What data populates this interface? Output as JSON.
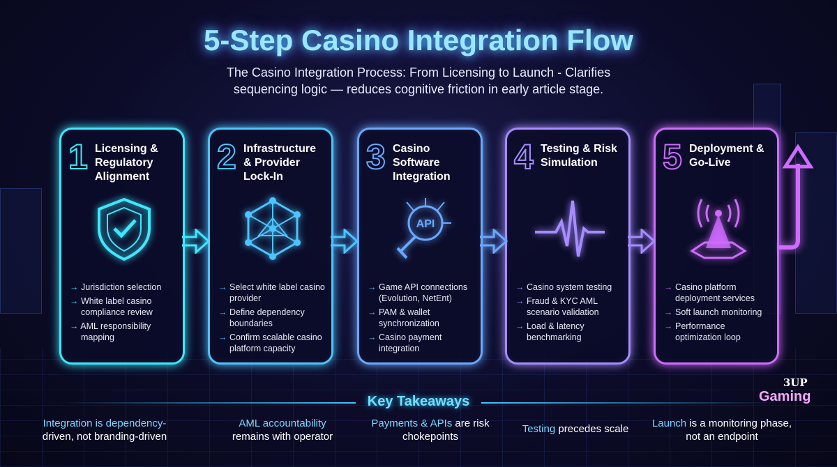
{
  "title": "5-Step Casino Integration Flow",
  "subtitle_line1": "The Casino Integration Process: From Licensing to Launch - Clarifies",
  "subtitle_line2": "sequencing logic — reduces cognitive friction in early article stage.",
  "colors": {
    "step1": "#3ee8ff",
    "step2": "#4cc4ff",
    "step3": "#6aa8ff",
    "step4": "#a68cff",
    "step5": "#cf6bff"
  },
  "steps": [
    {
      "num": "1",
      "title": "Licensing & Regulatory Alignment",
      "icon": "shield-check-icon",
      "items": [
        "Jurisdiction selection",
        "White label casino compliance review",
        "AML responsibility mapping"
      ]
    },
    {
      "num": "2",
      "title": "Infrastructure & Provider Lock-In",
      "icon": "network-icon",
      "items": [
        "Select white label casino provider",
        "Define dependency boundaries",
        "Confirm scalable casino platform capacity"
      ]
    },
    {
      "num": "3",
      "title": "Casino Software Integration",
      "icon": "api-plug-icon",
      "icon_text": "API",
      "items": [
        "Game API connections (Evolution, NetEnt)",
        "PAM & wallet synchronization",
        "Casino payment integration"
      ]
    },
    {
      "num": "4",
      "title": "Testing & Risk Simulation",
      "icon": "heartbeat-icon",
      "items": [
        "Casino system testing",
        "Fraud & KYC AML scenario validation",
        "Load & latency benchmarking"
      ]
    },
    {
      "num": "5",
      "title": "Deployment & Go-Live",
      "icon": "broadcast-icon",
      "items": [
        "Casino platform deployment services",
        "Soft launch monitoring",
        "Performance optimization loop"
      ]
    }
  ],
  "takeaways_heading": "Key Takeaways",
  "takeaways": [
    {
      "hl": "Integration is dependency-",
      "rest": "driven, not branding-driven"
    },
    {
      "hl": "AML accountability",
      "rest": "remains with operator"
    },
    {
      "hl": "Payments & APIs",
      "rest": " are risk chokepoints"
    },
    {
      "hl": "Testing",
      "rest": " precedes scale"
    },
    {
      "hl": "Launch",
      "rest": " is a monitoring phase, not an endpoint"
    }
  ],
  "logo": {
    "line1": "3UP",
    "line2": "Gaming"
  }
}
